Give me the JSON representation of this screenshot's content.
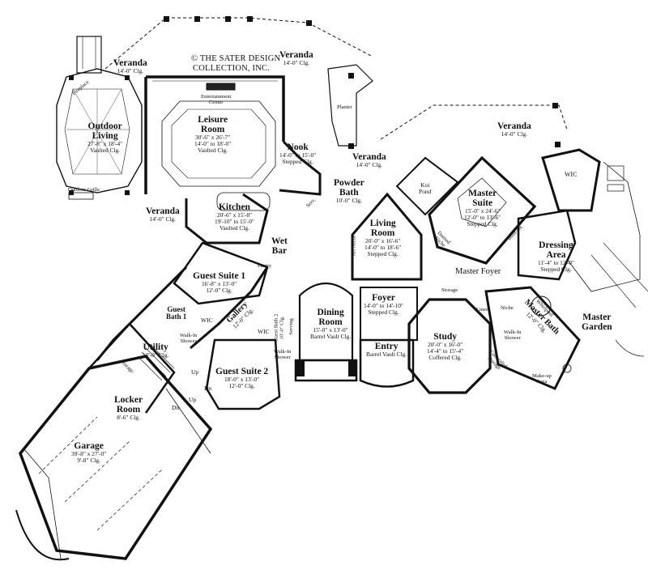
{
  "credit": {
    "line1": "© THE SATER DESIGN",
    "line2": "COLLECTION, INC."
  },
  "rooms": {
    "veranda_nw": {
      "name": "Veranda",
      "dim": "14'-0\" Clg."
    },
    "veranda_ne": {
      "name": "Veranda",
      "dim": "14'-0\" Clg."
    },
    "veranda_center": {
      "name": "Veranda",
      "dim": "14'-0\" Clg."
    },
    "veranda_east": {
      "name": "Veranda",
      "dim": "14'-0\" Clg."
    },
    "veranda_west": {
      "name": "Veranda",
      "dim": "14'-0\" Clg."
    },
    "outdoor_living": {
      "name1": "Outdoor",
      "name2": "Living",
      "dim1": "27'-8\" x 18'-4\"",
      "dim2": "Vaulted Clg."
    },
    "fireplace": "Fireplace",
    "outdoor_grille": "Outdoor Grille",
    "leisure": {
      "name1": "Leisure",
      "name2": "Room",
      "dim1": "30'-6\" x 26'-7\"",
      "dim2": "14'-0\" to 18'-0\"",
      "dim3": "Vaulted Clg."
    },
    "entertainment": {
      "l1": "Entertainment",
      "l2": "Center"
    },
    "planter": "Planter",
    "nook": {
      "name": "Nook",
      "dim1": "14'-0\" to 15'-0\"",
      "dim2": "Stepped Clg."
    },
    "kitchen": {
      "name": "Kitchen",
      "dim1": "20'-6\" x 15'-8\"",
      "dim2": "19'-10\" to 15'-0\"",
      "dim3": "Vaulted Clg."
    },
    "powder": {
      "name1": "Powder",
      "name2": "Bath",
      "dim": "10'-0\" Clg."
    },
    "koi": {
      "l1": "Koi",
      "l2": "Pond"
    },
    "living": {
      "name1": "Living",
      "name2": "Room",
      "dim1": "20'-0\" x 16'-6\"",
      "dim2": "14'-0\" to 18'-6\"",
      "dim3": "Stepped Clg."
    },
    "master_suite": {
      "name1": "Master",
      "name2": "Suite",
      "dim1": "15'-0\" x 24'-6\"",
      "dim2": "12'-0\" to 13'-6\"",
      "dim3": "Stepped Clg."
    },
    "wic_master": "WIC",
    "dressing": {
      "name1": "Dressing",
      "name2": "Area",
      "dim1": "11'-4\" to 12'-0\"",
      "dim2": "Stepped Clg."
    },
    "master_foyer": "Master Foyer",
    "wet_bar": {
      "l1": "Wet",
      "l2": "Bar"
    },
    "pantry": "Pantry",
    "guest_suite1": {
      "name": "Guest Suite 1",
      "dim1": "16'-8\" x 13'-0\"",
      "dim2": "12'-0\" Clg."
    },
    "guest_bath1": {
      "name1": "Guest",
      "name2": "Bath 1"
    },
    "wic_g1": "WIC",
    "walkin_g1": {
      "l1": "Walk-In",
      "l2": "Shower"
    },
    "gallery": {
      "name": "Gallery",
      "dim": "12'-0\" Clg."
    },
    "utility": {
      "name": "Utility",
      "dim": "10'-0\" Clg."
    },
    "storage_util": "Storage",
    "dining": {
      "name1": "Dining",
      "name2": "Room",
      "dim1": "15'-0\" x 13'-0\"",
      "dim2": "Barrel Vault Clg."
    },
    "foyer": {
      "name": "Foyer",
      "dim1": "14'-0\" to 14'-10\"",
      "dim2": "Stepped Clg."
    },
    "entry": {
      "name": "Entry",
      "dim": "Barrel Vault Clg."
    },
    "storage_foyer": "Storage",
    "study": {
      "name": "Study",
      "dim1": "20'-0\" x 16'-0\"",
      "dim2": "14'-4\" to 15'-4\"",
      "dim3": "Coffered Clg."
    },
    "linen": "Linen",
    "niche_bath": "Niche",
    "concealed": {
      "l1": "Concealed",
      "l2": "Storage"
    },
    "whirlpool": "Whirlpool",
    "master_bath": {
      "name1": "Master Bath",
      "dim": "12'-0\" Clg."
    },
    "walkin_master": {
      "l1": "Walk-In",
      "l2": "Shower"
    },
    "makeup": {
      "l1": "Make-up",
      "l2": "Area"
    },
    "master_garden": {
      "name1": "Master",
      "name2": "Garden"
    },
    "guest_suite2": {
      "name": "Guest Suite 2",
      "dim1": "18'-0\" x 13'-0\"",
      "dim2": "12'-0\" Clg."
    },
    "guest_bath2": {
      "l1": "Guest Bath 2",
      "l2": "10'-0\" Clg."
    },
    "wic_g2": "WIC",
    "walkin_g2": {
      "l1": "Walk-In",
      "l2": "Shower"
    },
    "serving": "Serving",
    "locker": {
      "name1": "Locker",
      "name2": "Room",
      "dim": "8'-6\" Clg."
    },
    "garage": {
      "name": "Garage",
      "dim1": "39'-8\" x 27'-0\"",
      "dim2": "9'-8\" Clg."
    },
    "art_niche": "Art Niche",
    "domed_niche": {
      "l1": "Domed",
      "l2": "Niche"
    },
    "built_ins": "Built-ins",
    "up1": "Up",
    "up2": "Up",
    "dn1": "Dn",
    "dn2": "Dn",
    "serv": "Serv."
  }
}
